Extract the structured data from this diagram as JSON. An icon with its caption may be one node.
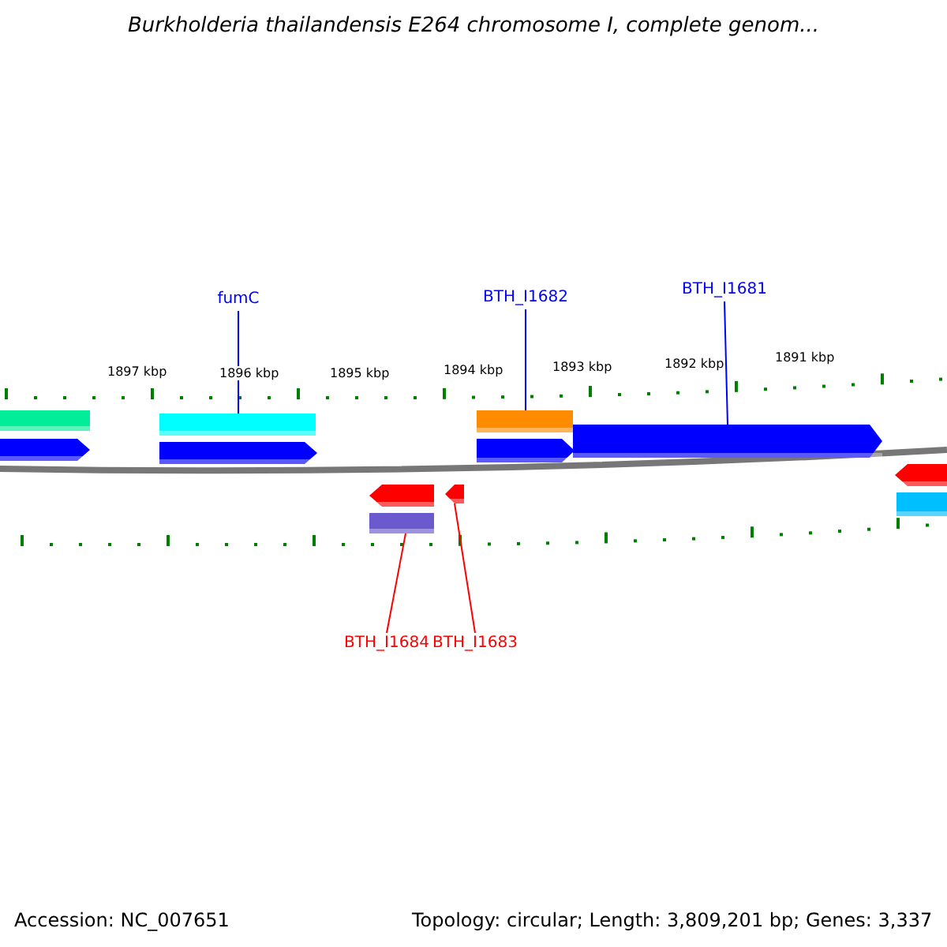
{
  "diagram": {
    "title": "Burkholderia thailandensis E264 chromosome I, complete genom...",
    "nodes": [
      {
        "text": [],
        "shape": "bar"
      },
      {
        "text": [],
        "shape": "pentagon"
      },
      {
        "text": [],
        "shape": "bar"
      },
      {
        "text": [],
        "shape": "pentagon"
      },
      {
        "text": [],
        "shape": "bar"
      },
      {
        "text": [],
        "shape": "pentagon"
      },
      {
        "text": [],
        "shape": "pentagon"
      },
      {
        "text": [],
        "shape": "pentagon"
      },
      {
        "text": [],
        "shape": "pentagon"
      },
      {
        "text": [],
        "shape": "bar"
      },
      {
        "text": [],
        "shape": "pentagon"
      },
      {
        "text": [],
        "shape": "bar"
      },
      {
        "text": [
          "fumC"
        ]
      },
      {
        "text": [
          "BTH_I1682"
        ]
      },
      {
        "text": [
          "BTH_I1681"
        ]
      },
      {
        "text": [
          "BTH_I1684"
        ]
      },
      {
        "text": [
          "BTH_I1683"
        ]
      }
    ],
    "edges": [
      {
        "from": 12,
        "to": 2,
        "arrow": "none"
      },
      {
        "from": 13,
        "to": 4,
        "arrow": "none"
      },
      {
        "from": 14,
        "to": 6,
        "arrow": "none"
      },
      {
        "from": 15,
        "to": 9,
        "arrow": "none",
        "color": "#ff0000"
      },
      {
        "from": 16,
        "to": 8,
        "arrow": "none",
        "color": "#ff0000"
      }
    ],
    "labels": [
      "1897 kbp",
      "1896 kbp",
      "1895 kbp",
      "1894 kbp",
      "1893 kbp",
      "1892 kbp",
      "1891 kbp",
      "Accession: NC_007651",
      "Topology: circular; Length: 3,809,201 bp; Genes: 3,337"
    ]
  }
}
